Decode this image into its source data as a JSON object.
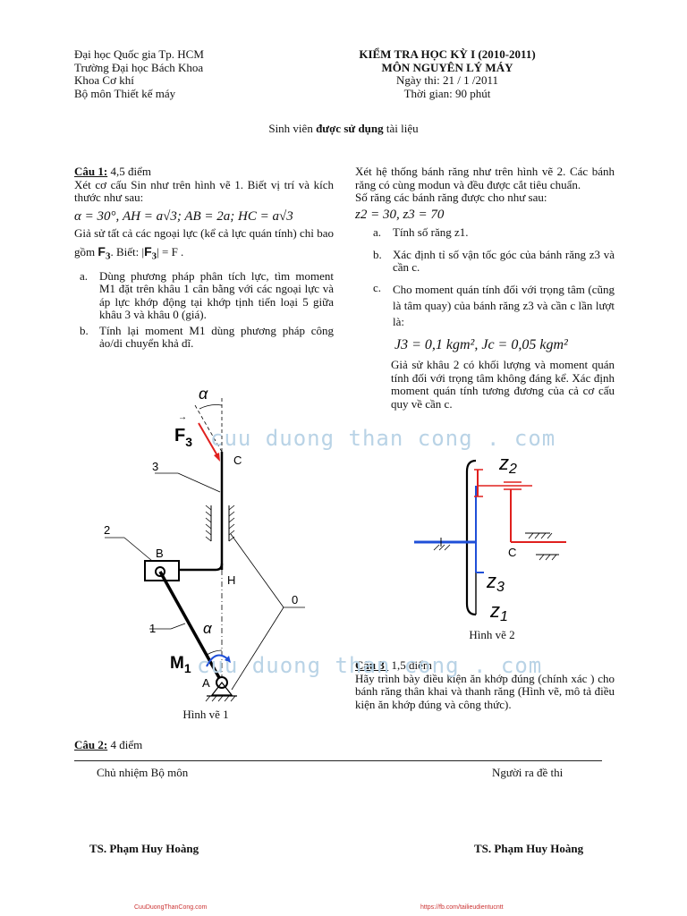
{
  "header": {
    "left": [
      "Đại học Quốc gia Tp. HCM",
      "Trường Đại học Bách Khoa",
      "Khoa Cơ khí",
      "Bộ môn Thiết kế máy"
    ],
    "right_title": "KIỂM TRA HỌC KỲ I (2010-2011)",
    "right_subject": "MÔN NGUYÊN LÝ MÁY",
    "right_date": "Ngày thi: 21 / 1 /2011",
    "right_time": "Thời gian: 90 phút"
  },
  "notice": {
    "prefix": "Sinh viên ",
    "bold": "được sử dụng",
    "suffix": " tài liệu"
  },
  "q1": {
    "label": "Câu 1:",
    "points": " 4,5 điểm",
    "intro": "Xét cơ cấu Sin như trên hình vẽ 1. Biết vị trí và kích thước như sau:",
    "formula": "α = 30°, AH = a√3; AB = 2a; HC = a√3",
    "assume_1": "Giả sử tất cả các ngoại lực (kể cả lực quán tính) chỉ bao gồm ",
    "force": "F",
    "force_sub": "3",
    "assume_2": ". Biết: |",
    "assume_3": "| = F .",
    "items": [
      {
        "marker": "a.",
        "text": "Dùng phương pháp phân tích lực, tìm moment M1 đặt trên khâu 1 cân bằng với các ngoại lực và áp lực khớp động tại khớp tịnh tiến loại 5 giữa khâu 3 và khâu 0 (giá)."
      },
      {
        "marker": "b.",
        "text": "Tính lại moment M1 dùng phương pháp công ảo/di chuyển khả dĩ."
      }
    ]
  },
  "fig1": {
    "caption": "Hình vẽ 1",
    "labels": {
      "alpha_top": "α",
      "force": "F",
      "force_sub": "3",
      "c": "C",
      "three": "3",
      "two": "2",
      "b": "B",
      "h": "H",
      "zero": "0",
      "one": "1",
      "alpha_bottom": "α",
      "moment": "M",
      "moment_sub": "1",
      "a": "A"
    }
  },
  "q2": {
    "label": "Câu 2:",
    "points": " 4 điểm",
    "intro": "Xét hệ thống bánh răng như trên hình vẽ 2. Các bánh răng có cùng modun và đều được cắt tiêu chuẩn.",
    "teeth": "Số răng các bánh răng được cho như sau:",
    "formula": "z2 = 30, z3 = 70",
    "items": [
      {
        "marker": "a.",
        "text": "Tính số răng z1."
      },
      {
        "marker": "b.",
        "text": "Xác định tỉ số vận tốc góc của bánh răng z3 và cần c."
      },
      {
        "marker": "c.",
        "text": "Cho moment quán tính đối với trọng tâm (cũng là tâm quay) của bánh răng z3 và cần c lần lượt là:"
      }
    ],
    "inertia": "J3 = 0,1 kgm², Jc = 0,05 kgm²",
    "final": "Giả sử khâu 2 có khối lượng và moment quán tính đối với trọng tâm không đáng kể. Xác định moment quán tính tương đương của cả cơ cấu quy về cần c."
  },
  "fig2": {
    "caption": "Hình vẽ 2",
    "labels": {
      "z2": "z",
      "z2_sub": "2",
      "c": "C",
      "z3": "z",
      "z3_sub": "3",
      "z1": "z",
      "z1_sub": "1"
    }
  },
  "q3": {
    "label": "Câu 3:",
    "points": " 1,5 điểm",
    "text": "Hãy trình bày điều kiện ăn khớp đúng (chính xác ) cho bánh răng thân khai và thanh răng (Hình vẽ, mô tả điều kiện ăn khớp đúng và công thức)."
  },
  "signatures": {
    "left_title": "Chủ nhiệm Bộ môn",
    "right_title": "Người ra đề thi",
    "left_name": "TS. Phạm Huy Hoàng",
    "right_name": "TS. Phạm Huy Hoàng"
  },
  "watermark": "cuu duong than cong . com",
  "footer": {
    "left": "CuuDuongThanCong.com",
    "right": "https://fb.com/tailieudientucntt"
  },
  "colors": {
    "red": "#e0201e",
    "blue": "#1f4fd8",
    "watermark": "#b9d3e6"
  }
}
